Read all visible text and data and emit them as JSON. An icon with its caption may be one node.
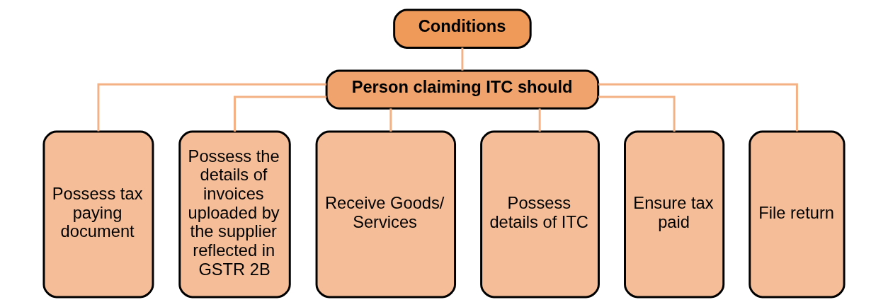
{
  "diagram": {
    "nodes": [
      {
        "text": [
          "Conditions"
        ]
      },
      {
        "text": [
          "Person claiming ITC should"
        ]
      },
      {
        "text": [
          "Possess tax paying document"
        ]
      },
      {
        "text": [
          "Possess the details of invoices uploaded by the supplier reflected in GSTR 2B"
        ]
      },
      {
        "text": [
          "Receive Goods/ Services"
        ]
      },
      {
        "text": [
          "Possess details of ITC"
        ]
      },
      {
        "text": [
          "Ensure tax paid"
        ]
      },
      {
        "text": [
          "File return"
        ]
      }
    ],
    "edges": [
      {
        "from": 0,
        "to": 1,
        "arrow": "none"
      },
      {
        "from": 1,
        "to": 2,
        "arrow": "none"
      },
      {
        "from": 1,
        "to": 3,
        "arrow": "none"
      },
      {
        "from": 1,
        "to": 4,
        "arrow": "none"
      },
      {
        "from": 1,
        "to": 5,
        "arrow": "none"
      },
      {
        "from": 1,
        "to": 6,
        "arrow": "none"
      },
      {
        "from": 1,
        "to": 7,
        "arrow": "none"
      }
    ]
  }
}
